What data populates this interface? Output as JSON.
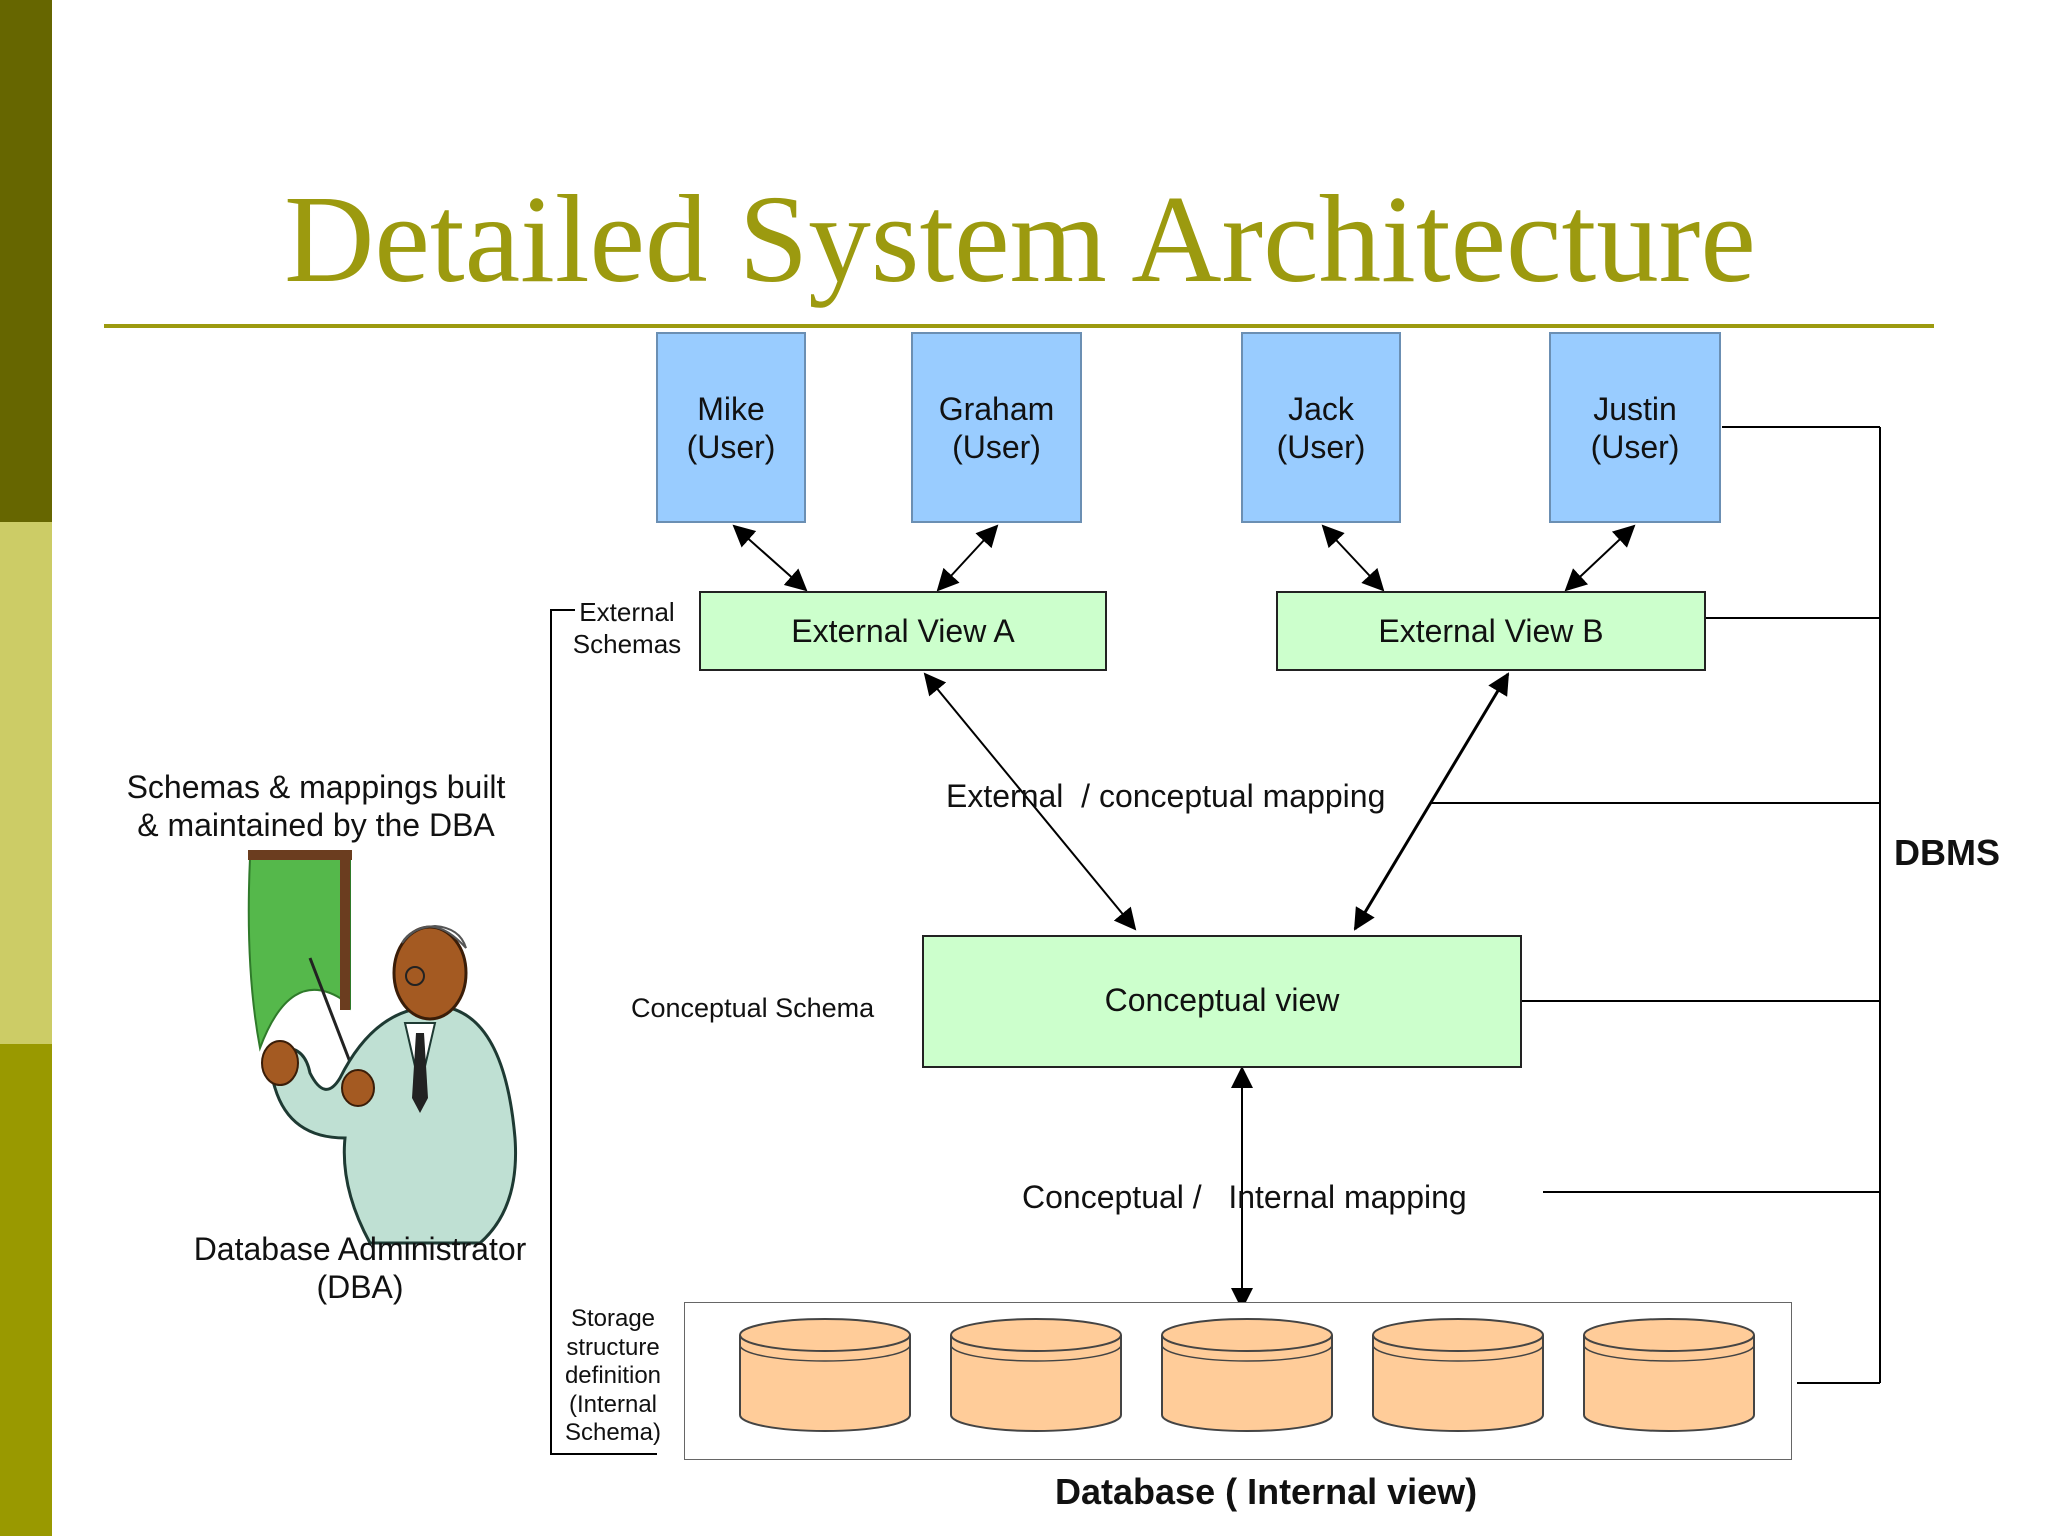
{
  "title": "Detailed System Architecture",
  "colors": {
    "strip_top": "#666600",
    "strip_mid": "#cccc66",
    "strip_bottom": "#999900",
    "title": "#9c9a0f",
    "user_box": "#99ccff",
    "view_box": "#ccffcc",
    "cylinder": "#ffcc99"
  },
  "users": [
    {
      "name": "Mike",
      "role": "(User)"
    },
    {
      "name": "Graham",
      "role": "(User)"
    },
    {
      "name": "Jack",
      "role": "(User)"
    },
    {
      "name": "Justin",
      "role": "(User)"
    }
  ],
  "external_views": [
    "External View A",
    "External View B"
  ],
  "external_schemas_label": [
    "External",
    "Schemas"
  ],
  "external_conceptual_mapping": "External  / conceptual mapping",
  "conceptual_schema_label": "Conceptual Schema",
  "conceptual_view": "Conceptual view",
  "conceptual_internal_mapping": "Conceptual /   Internal mapping",
  "storage_label": [
    "Storage",
    "structure",
    "definition",
    "(Internal",
    "Schema)"
  ],
  "database_label": "Database ( Internal view)",
  "dbms_label": "DBMS",
  "dba_note": [
    "Schemas & mappings built",
    "& maintained by the DBA"
  ],
  "dba_caption": [
    "Database Administrator",
    "(DBA)"
  ],
  "database_cylinder_count": 5
}
